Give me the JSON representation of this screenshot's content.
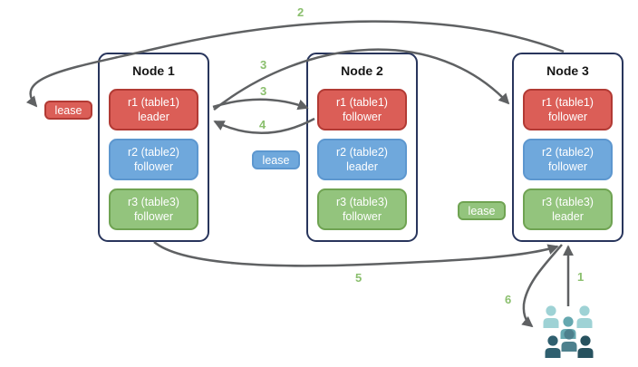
{
  "nodes": [
    {
      "title": "Node 1",
      "replicas": [
        {
          "label": "r1 (table1)",
          "role": "leader",
          "color": "red"
        },
        {
          "label": "r2 (table2)",
          "role": "follower",
          "color": "blue"
        },
        {
          "label": "r3 (table3)",
          "role": "follower",
          "color": "green"
        }
      ]
    },
    {
      "title": "Node 2",
      "replicas": [
        {
          "label": "r1 (table1)",
          "role": "follower",
          "color": "red"
        },
        {
          "label": "r2 (table2)",
          "role": "leader",
          "color": "blue"
        },
        {
          "label": "r3 (table3)",
          "role": "follower",
          "color": "green"
        }
      ]
    },
    {
      "title": "Node 3",
      "replicas": [
        {
          "label": "r1 (table1)",
          "role": "follower",
          "color": "red"
        },
        {
          "label": "r2 (table2)",
          "role": "follower",
          "color": "blue"
        },
        {
          "label": "r3 (table3)",
          "role": "leader",
          "color": "green"
        }
      ]
    }
  ],
  "leases": [
    {
      "label": "lease",
      "color": "#db5e57"
    },
    {
      "label": "lease",
      "color": "#6fa8dc"
    },
    {
      "label": "lease",
      "color": "#93c47d"
    }
  ],
  "steps": {
    "step1": "1",
    "step2": "2",
    "step3_upper": "3",
    "step3_lower": "3",
    "step4": "4",
    "step5": "5",
    "step6": "6"
  },
  "icons": {
    "users": "users-group-icon"
  },
  "colors": {
    "red_fill": "#db5e57",
    "red_border": "#b23a34",
    "blue_fill": "#6fa8dc",
    "blue_border": "#5d97cf",
    "green_fill": "#93c47d",
    "green_border": "#6fa352",
    "node_border": "#28355c",
    "arrow": "#5f6163",
    "step_label": "#8abf6d",
    "users_light_teal": "#9ed2d5",
    "users_mid_teal": "#66a8b0",
    "users_dark_teal": "#2f5f6f"
  }
}
